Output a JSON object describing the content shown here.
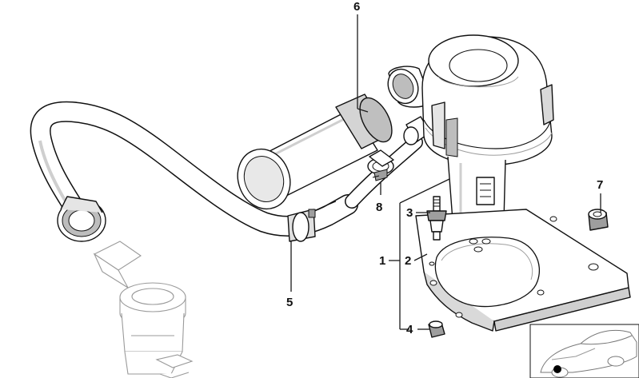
{
  "callouts": {
    "c1": "1",
    "c2": "2",
    "c3": "3",
    "c4": "4",
    "c5": "5",
    "c6": "6",
    "c7": "7",
    "c8": "8"
  },
  "colors": {
    "line": "#1a1a1a",
    "part_fill": "#ffffff",
    "shade": "#d9d9d9",
    "dark_shade": "#9e9e9e",
    "ghost": "#9a9a9a"
  },
  "inset": {
    "icon": "car-location-icon"
  }
}
